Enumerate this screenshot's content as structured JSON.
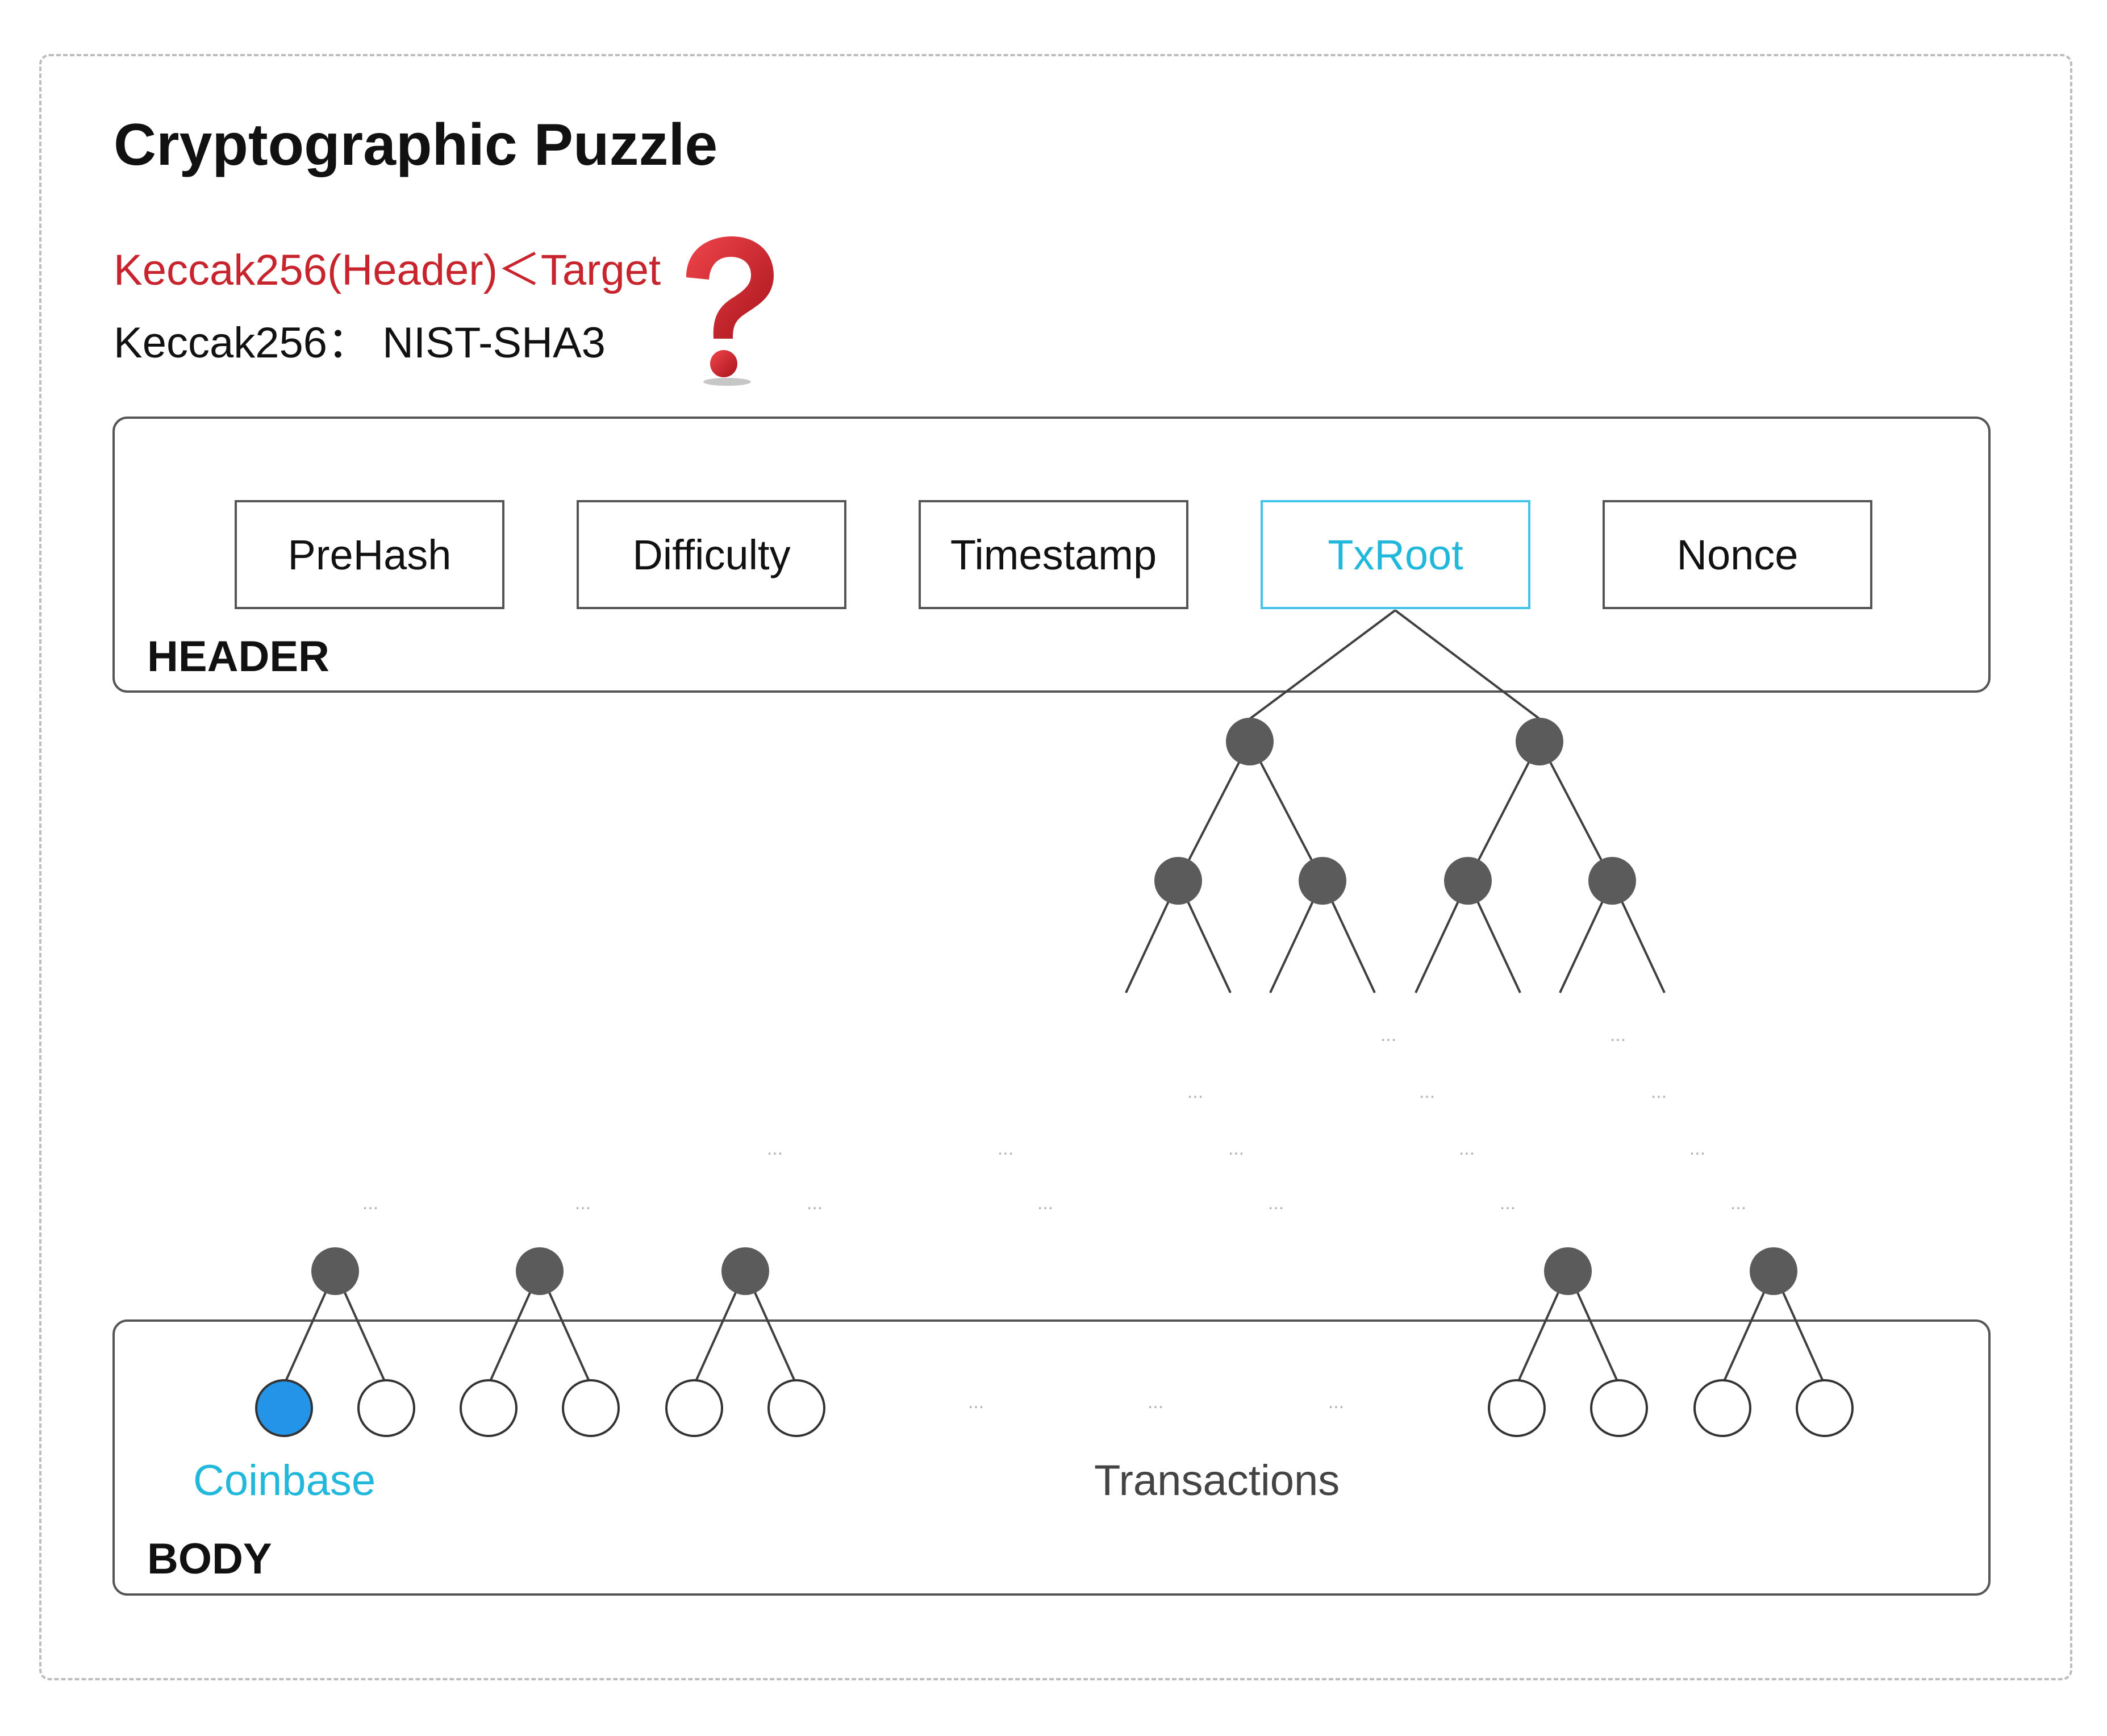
{
  "title": "Cryptographic Puzzle",
  "formula": "Keccak256(Header)＜Target",
  "algorithm": "Keccak256： NIST-SHA3",
  "header": {
    "label": "HEADER",
    "fields": [
      "PreHash",
      "Difficulty",
      "Timestamp",
      "TxRoot",
      "Nonce"
    ],
    "highlighted_field": "TxRoot"
  },
  "body": {
    "label": "BODY",
    "coinbase_label": "Coinbase",
    "transactions_label": "Transactions"
  },
  "ellipsis": "...",
  "colors": {
    "formula": "#c8242e",
    "highlight": "#22b8dc",
    "internal_node": "#5b5b5b",
    "coinbase_node": "#2494e8",
    "question_mark": "#d8222a"
  },
  "icons": {
    "question_mark": "question-mark-icon"
  }
}
